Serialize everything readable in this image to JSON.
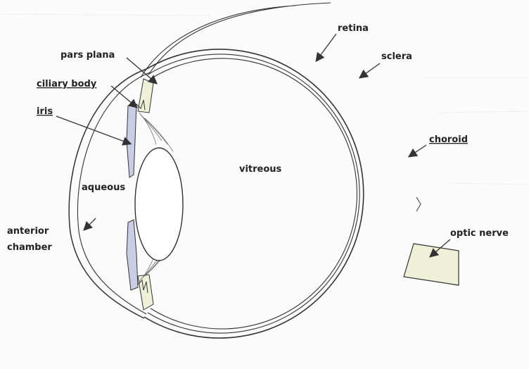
{
  "labels": {
    "retina": "retina",
    "sclera": "sclera",
    "pars_plana": "pars plana",
    "ciliary_body": "ciliary body",
    "iris": "iris",
    "choroid": "choroid",
    "vitreous": "vitreous",
    "aqueous": "aqueous",
    "anterior_1": "anterior",
    "anterior_2": "chamber",
    "optic_nerve": "optic nerve"
  },
  "colors": {
    "line": "#333333",
    "tissue_fill": "#eef1d8",
    "iris_fill": "#c9cde6"
  }
}
